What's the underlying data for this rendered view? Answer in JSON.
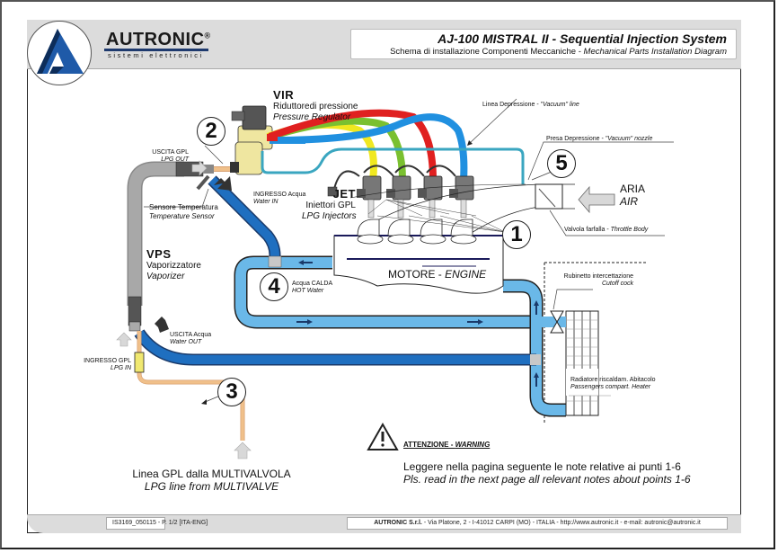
{
  "header": {
    "brand": "AUTRONIC",
    "brand_mark": "®",
    "tagline": "sistemi elettronici",
    "title": "AJ-100   MISTRAL II - Sequential Injection System",
    "subtitle_it": "Schema di installazione Componenti Meccaniche - ",
    "subtitle_en": "Mechanical Parts Installation Diagram",
    "logo_icon": "triangle-logo-icon"
  },
  "components": {
    "vir": {
      "code": "VIR",
      "it": "Riduttoredi pressione",
      "en": "Pressure Regulator"
    },
    "jet": {
      "code": "JET",
      "it": "Iniettori GPL",
      "en": "LPG Injectors"
    },
    "vps": {
      "code": "VPS",
      "it": "Vaporizzatore",
      "en": "Vaporizer"
    },
    "engine": {
      "it": "MOTORE - ",
      "en": "ENGINE"
    },
    "air": {
      "it": "ARIA",
      "en": "AIR"
    }
  },
  "labels": {
    "lpg_out_it": "USCITA GPL",
    "lpg_out_en": "LPG OUT",
    "temp_sensor_it": "Sensore Temperatura",
    "temp_sensor_en": "Temperature Sensor",
    "water_in_it": "INGRESSO Acqua",
    "water_in_en": "Water IN",
    "water_out_it": "USCITA Acqua",
    "water_out_en": "Water OUT",
    "lpg_in_it": "INGRESSO GPL",
    "lpg_in_en": "LPG IN",
    "hot_water_it": "Acqua CALDA",
    "hot_water_en": "HOT Water",
    "vacuum_line_it": "Linea Depressione - ",
    "vacuum_line_en": "\"Vacuum\" line",
    "vacuum_nozzle_it": "Presa Depressione - ",
    "vacuum_nozzle_en": "\"Vacuum\" nozzle",
    "throttle_it": "Valvola farfalla - ",
    "throttle_en": "Throttle Body",
    "cutoff_it": "Rubinetto intercettazione",
    "cutoff_en": "Cutoff cock",
    "heater_it": "Radiatore riscaldam. Abitacolo",
    "heater_en": "Passengers compart. Heater",
    "lpg_line_it": "Linea GPL dalla MULTIVALVOLA",
    "lpg_line_en": "LPG line from MULTIVALVE"
  },
  "callouts": [
    "1",
    "2",
    "3",
    "4",
    "5"
  ],
  "warning": {
    "icon": "warning-triangle-icon",
    "title_it": "ATTENZIONE - ",
    "title_en": "WARNING",
    "text_it": "Leggere nella pagina seguente le note relative ai punti 1-6",
    "text_en": "Pls. read in the next page all relevant notes about points 1-6"
  },
  "footer": {
    "doc_code": "IS3169_050115 - P. 1/2 [ITA-ENG]",
    "company": "AUTRONIC S.r.l.",
    "address": " - Via Platone, 2 - I-41012 CARPI (MO) - ITALIA - http://www.autronic.it - e-mail: autronic@autronic.it"
  },
  "colors": {
    "water_hot_dark": "#1f6fc0",
    "water_light": "#6ab8e8",
    "vacuum_line": "#3aa6c0",
    "lpg_copper": "#f0c08a",
    "gas_red": "#e02020",
    "gas_green": "#7ac030",
    "gas_yellow": "#f0e820",
    "gas_blue": "#2090e0",
    "vaporizer_grey": "#a8a8a8",
    "brand_blue": "#1e3a6e"
  }
}
